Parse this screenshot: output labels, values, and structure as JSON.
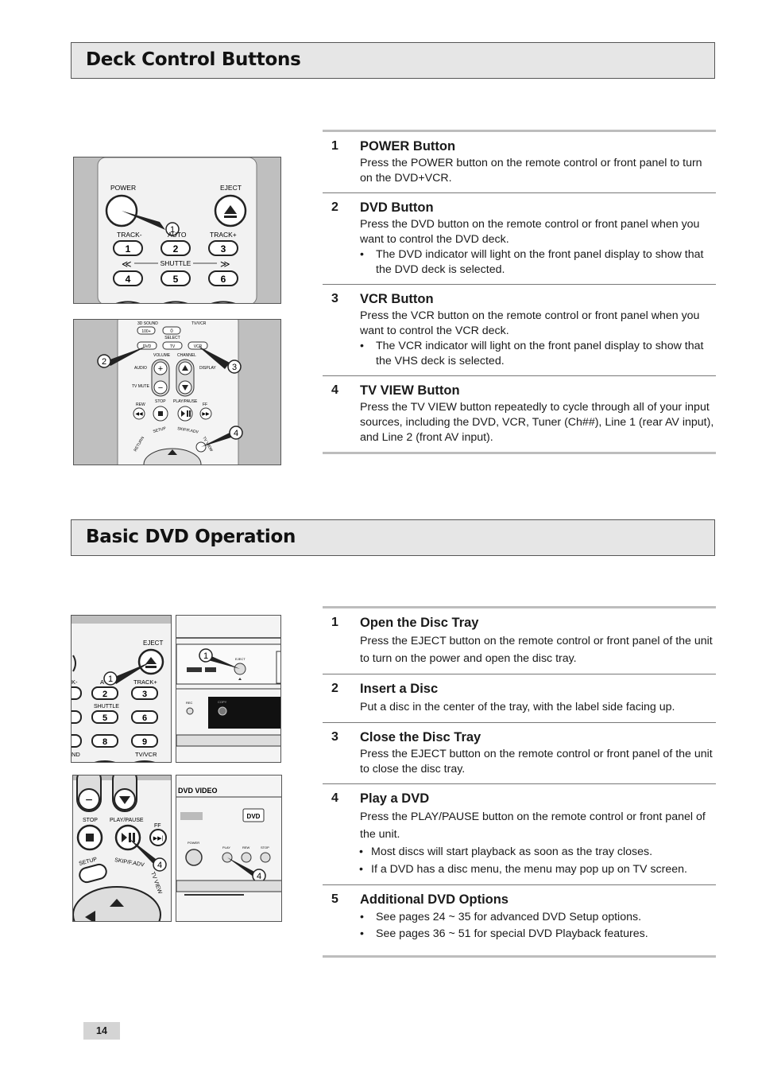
{
  "deck_section": {
    "title": "Deck Control Buttons",
    "steps": [
      {
        "num": "1",
        "title": "POWER Button",
        "body": "Press the POWER button on the remote control or front panel to turn on the DVD+VCR.",
        "bullets": []
      },
      {
        "num": "2",
        "title": "DVD Button",
        "body": "Press the DVD button on the remote control or front panel when you want to control the DVD deck.",
        "bullets": [
          "The DVD indicator will light on the front panel display to show that the DVD deck is selected."
        ]
      },
      {
        "num": "3",
        "title": "VCR Button",
        "body": "Press the VCR button on the remote control or front panel when you want to control the VCR deck.",
        "bullets": [
          "The VCR indicator will light on the front panel display to show that the VHS deck is selected."
        ]
      },
      {
        "num": "4",
        "title": "TV VIEW Button",
        "body": "Press the TV VIEW button repeatedly to cycle through all of your input sources, including the  DVD, VCR, Tuner (Ch##), Line 1 (rear AV input), and Line 2 (front AV input).",
        "bullets": []
      }
    ],
    "remote_top": {
      "power": "POWER",
      "eject": "EJECT",
      "track_minus": "TRACK-",
      "auto": "AUTO",
      "track_plus": "TRACK+",
      "shuttle": "SHUTTLE",
      "keys": [
        "1",
        "2",
        "3",
        "4",
        "5",
        "6"
      ],
      "callout": "1"
    },
    "remote_mid": {
      "sound": "3D SOUND",
      "tvvcr": "TV/VCR",
      "k100": "100+",
      "k0": "0",
      "select": "SELECT",
      "dvd": "DVD",
      "tv": "TV",
      "vcr": "VCR",
      "volume": "VOLUME",
      "channel": "CHANNEL",
      "audio": "AUDIO",
      "display": "DISPLAY",
      "tvmute": "TV MUTE",
      "stop": "STOP",
      "playpause": "PLAY/PAUSE",
      "rew": "REW",
      "ff": "FF",
      "setup": "SETUP",
      "skip": "SKIP/F.ADV",
      "return": "RETURN",
      "tvview": "TV VIEW",
      "callouts": [
        "2",
        "3",
        "4"
      ]
    }
  },
  "dvd_section": {
    "title": "Basic DVD Operation",
    "steps": [
      {
        "num": "1",
        "title": "Open the Disc Tray",
        "body": "Press the EJECT button on the remote control or front panel of the unit to turn on the power and open the disc tray.",
        "bullets": []
      },
      {
        "num": "2",
        "title": "Insert a Disc",
        "body": "Put a disc in the center of the tray, with the label side facing up.",
        "bullets": []
      },
      {
        "num": "3",
        "title": "Close the Disc Tray",
        "body": "Press the EJECT button on the remote control or front panel of the unit to close the disc tray.",
        "bullets": []
      },
      {
        "num": "4",
        "title": "Play a DVD",
        "body": "Press the PLAY/PAUSE button on the remote control or front panel of the unit.",
        "bullets": [
          "Most discs will start playback as soon as the tray closes.",
          "If a DVD has a disc menu, the menu may pop up on TV screen."
        ]
      },
      {
        "num": "5",
        "title": "Additional DVD Options",
        "body": "",
        "bullets": [
          "See pages 24 ~ 35 for advanced DVD Setup options.",
          "See pages 36 ~ 51 for special DVD Playback features."
        ]
      }
    ],
    "remote_eject": {
      "eject": "EJECT",
      "track_minus": "K-",
      "auto": "A",
      "track_plus": "TRACK+",
      "shuttle": "SHUTTLE",
      "tvvcr": "TV/VCR",
      "nd": "ND",
      "keys": [
        "2",
        "3",
        "5",
        "6",
        "8",
        "9"
      ],
      "callout": "1"
    },
    "panel_eject": {
      "eject": "EJECT",
      "rec": "REC",
      "copy": "COPY",
      "callout": "1"
    },
    "remote_play": {
      "stop": "STOP",
      "playpause": "PLAY/PAUSE",
      "ff": "FF",
      "setup": "SETUP",
      "skip": "SKIP/F.ADV",
      "tvview": "TV VIEW",
      "callout": "4"
    },
    "panel_play": {
      "brand": "DVD VIDEO",
      "logo": "DVD",
      "power": "POWER",
      "play": "PLAY",
      "rew": "REW",
      "stop": "STOP",
      "callout": "4"
    }
  },
  "page_number": "14"
}
